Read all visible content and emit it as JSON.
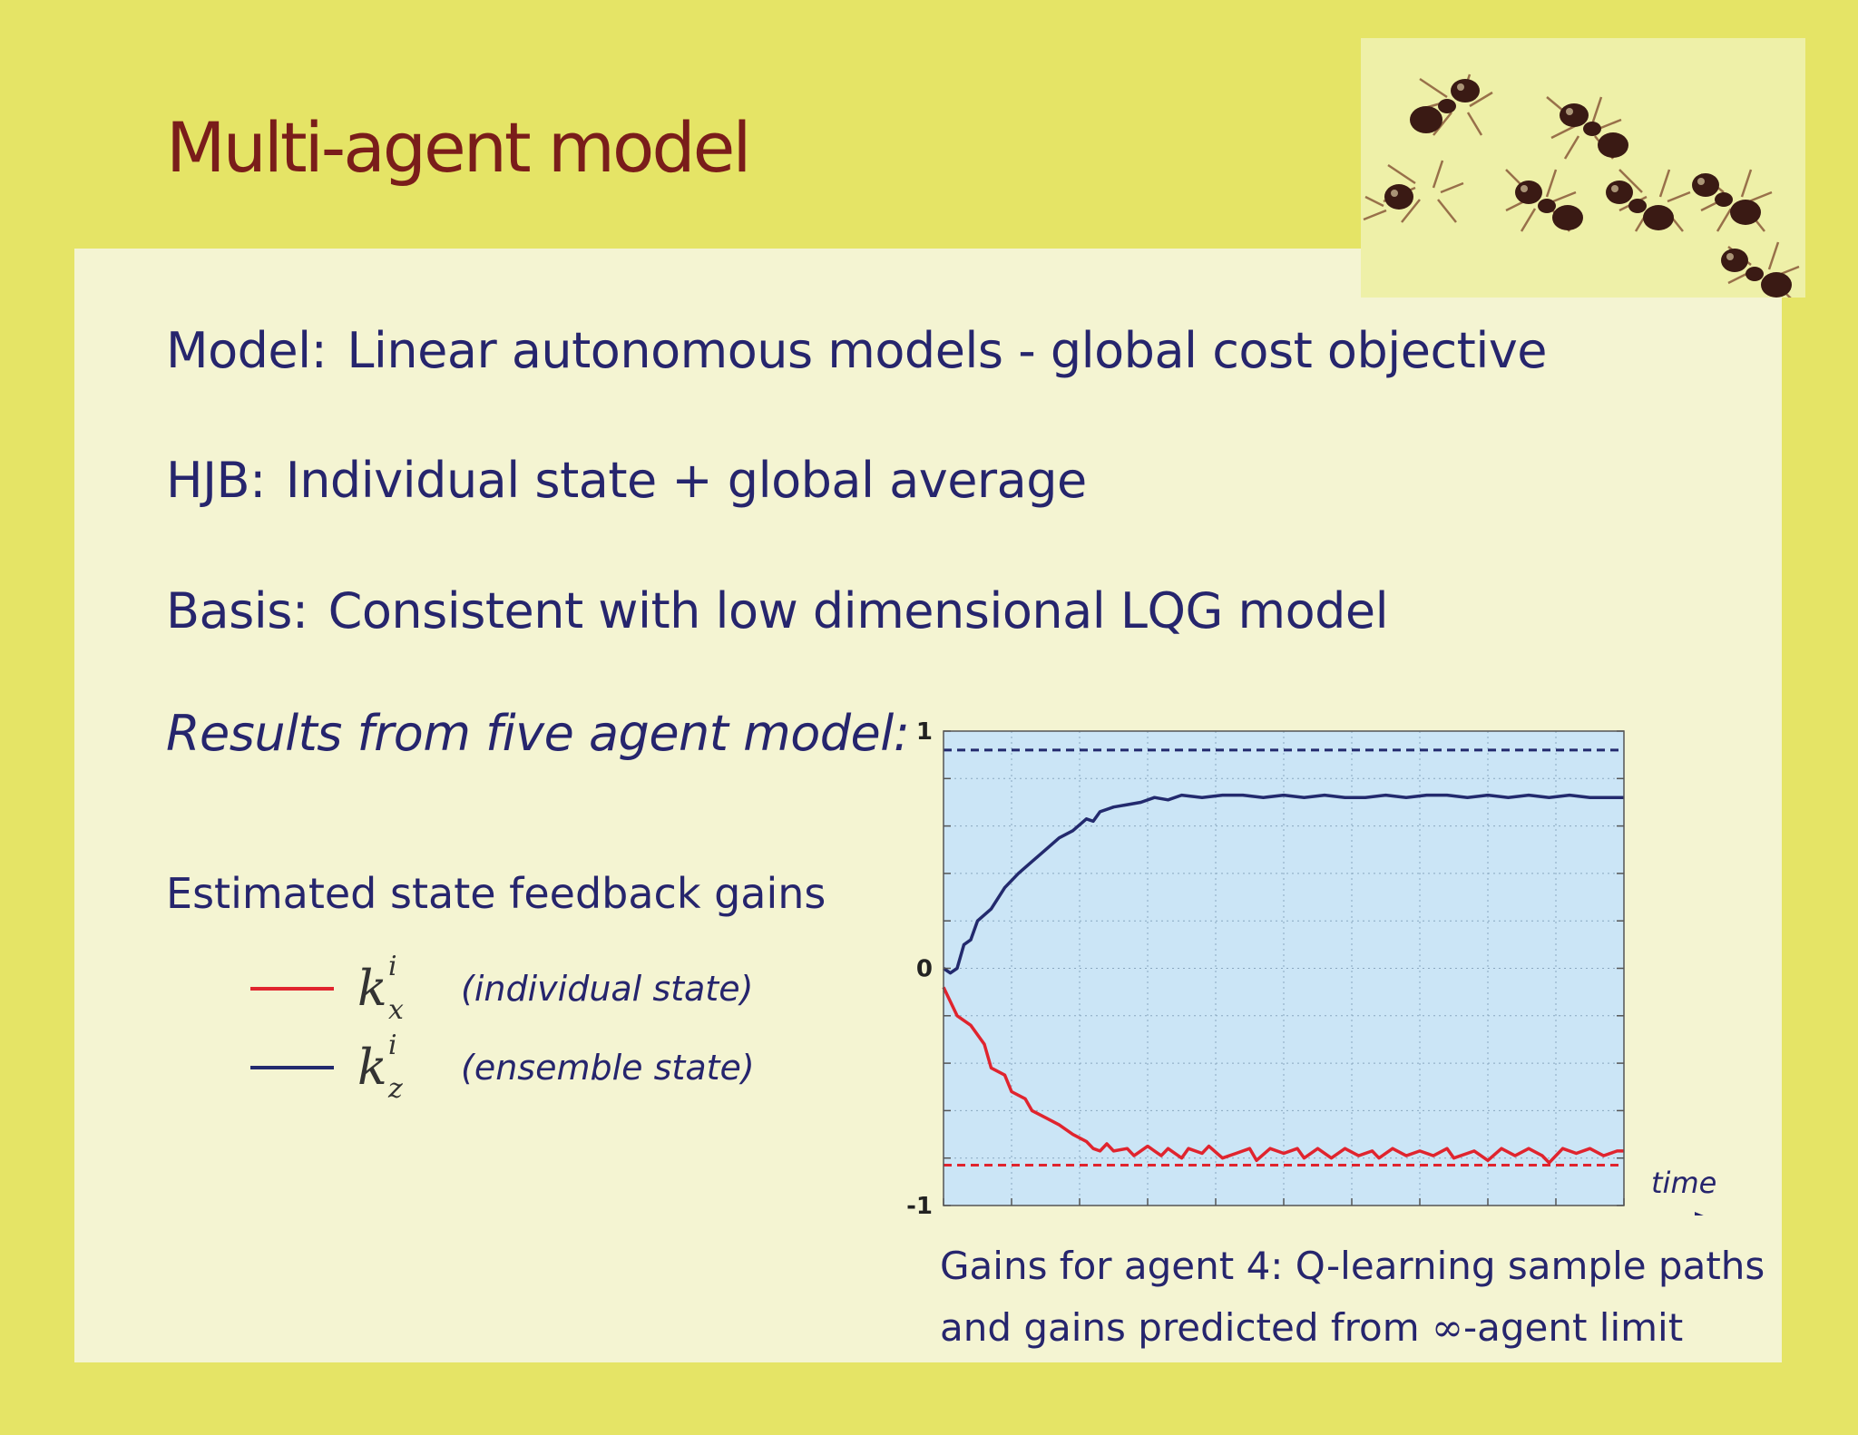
{
  "slide": {
    "title": "Multi-agent model"
  },
  "content": {
    "model": {
      "label": "Model:",
      "text": "Linear autonomous models - global cost objective"
    },
    "hjb": {
      "label": "HJB:",
      "text": "Individual state + global average"
    },
    "basis": {
      "label": "Basis:",
      "text": "Consistent with low dimensional LQG model"
    },
    "results_heading": "Results from five agent model:"
  },
  "legend": {
    "title": "Estimated state feedback gains",
    "items": [
      {
        "symbol": "k",
        "sup": "i",
        "sub": "x",
        "description": "(individual state)",
        "color": "#e0242e"
      },
      {
        "symbol": "k",
        "sup": "i",
        "sub": "z",
        "description": "(ensemble state)",
        "color": "#232a6e"
      }
    ]
  },
  "chart_data": {
    "type": "line",
    "title": "",
    "xlabel": "time",
    "ylabel": "",
    "ylim": [
      -1,
      1
    ],
    "xlim": [
      0,
      100
    ],
    "yticks": [
      "1",
      "0",
      "-1"
    ],
    "grid": true,
    "background": "#cbe5f6",
    "series": [
      {
        "color": "#232a6e",
        "style": "solid",
        "points": [
          [
            0,
            0.0
          ],
          [
            1,
            -0.02
          ],
          [
            2,
            0.0
          ],
          [
            3,
            0.1
          ],
          [
            4,
            0.12
          ],
          [
            5,
            0.2
          ],
          [
            7,
            0.25
          ],
          [
            9,
            0.34
          ],
          [
            11,
            0.4
          ],
          [
            13,
            0.45
          ],
          [
            15,
            0.5
          ],
          [
            17,
            0.55
          ],
          [
            19,
            0.58
          ],
          [
            21,
            0.63
          ],
          [
            22,
            0.62
          ],
          [
            23,
            0.66
          ],
          [
            25,
            0.68
          ],
          [
            27,
            0.69
          ],
          [
            29,
            0.7
          ],
          [
            31,
            0.72
          ],
          [
            33,
            0.71
          ],
          [
            35,
            0.73
          ],
          [
            38,
            0.72
          ],
          [
            41,
            0.73
          ],
          [
            44,
            0.73
          ],
          [
            47,
            0.72
          ],
          [
            50,
            0.73
          ],
          [
            53,
            0.72
          ],
          [
            56,
            0.73
          ],
          [
            59,
            0.72
          ],
          [
            62,
            0.72
          ],
          [
            65,
            0.73
          ],
          [
            68,
            0.72
          ],
          [
            71,
            0.73
          ],
          [
            74,
            0.73
          ],
          [
            77,
            0.72
          ],
          [
            80,
            0.73
          ],
          [
            83,
            0.72
          ],
          [
            86,
            0.73
          ],
          [
            89,
            0.72
          ],
          [
            92,
            0.73
          ],
          [
            95,
            0.72
          ],
          [
            98,
            0.72
          ],
          [
            100,
            0.72
          ]
        ]
      },
      {
        "color": "#e0242e",
        "style": "solid",
        "points": [
          [
            0,
            -0.08
          ],
          [
            2,
            -0.2
          ],
          [
            4,
            -0.24
          ],
          [
            6,
            -0.32
          ],
          [
            7,
            -0.42
          ],
          [
            9,
            -0.45
          ],
          [
            10,
            -0.52
          ],
          [
            12,
            -0.55
          ],
          [
            13,
            -0.6
          ],
          [
            15,
            -0.63
          ],
          [
            17,
            -0.66
          ],
          [
            19,
            -0.7
          ],
          [
            21,
            -0.73
          ],
          [
            22,
            -0.76
          ],
          [
            23,
            -0.77
          ],
          [
            24,
            -0.74
          ],
          [
            25,
            -0.77
          ],
          [
            27,
            -0.76
          ],
          [
            28,
            -0.79
          ],
          [
            30,
            -0.75
          ],
          [
            32,
            -0.79
          ],
          [
            33,
            -0.76
          ],
          [
            35,
            -0.8
          ],
          [
            36,
            -0.76
          ],
          [
            38,
            -0.78
          ],
          [
            39,
            -0.75
          ],
          [
            41,
            -0.8
          ],
          [
            43,
            -0.78
          ],
          [
            45,
            -0.76
          ],
          [
            46,
            -0.81
          ],
          [
            48,
            -0.76
          ],
          [
            50,
            -0.78
          ],
          [
            52,
            -0.76
          ],
          [
            53,
            -0.8
          ],
          [
            55,
            -0.76
          ],
          [
            57,
            -0.8
          ],
          [
            59,
            -0.76
          ],
          [
            61,
            -0.79
          ],
          [
            63,
            -0.77
          ],
          [
            64,
            -0.8
          ],
          [
            66,
            -0.76
          ],
          [
            68,
            -0.79
          ],
          [
            70,
            -0.77
          ],
          [
            72,
            -0.79
          ],
          [
            74,
            -0.76
          ],
          [
            75,
            -0.8
          ],
          [
            78,
            -0.77
          ],
          [
            80,
            -0.81
          ],
          [
            82,
            -0.76
          ],
          [
            84,
            -0.79
          ],
          [
            86,
            -0.76
          ],
          [
            88,
            -0.79
          ],
          [
            89,
            -0.82
          ],
          [
            91,
            -0.76
          ],
          [
            93,
            -0.78
          ],
          [
            95,
            -0.76
          ],
          [
            97,
            -0.79
          ],
          [
            99,
            -0.77
          ],
          [
            100,
            -0.77
          ]
        ]
      },
      {
        "color": "#232a6e",
        "style": "dashed",
        "points": [
          [
            0,
            0.92
          ],
          [
            100,
            0.92
          ]
        ]
      },
      {
        "color": "#e0242e",
        "style": "dashed",
        "points": [
          [
            0,
            -0.83
          ],
          [
            100,
            -0.83
          ]
        ]
      }
    ]
  },
  "caption": {
    "line1": "Gains for agent 4:  Q-learning sample paths",
    "line2_pre": "and gains predicted from ",
    "infinity": "∞",
    "line2_post": "-agent limit"
  }
}
